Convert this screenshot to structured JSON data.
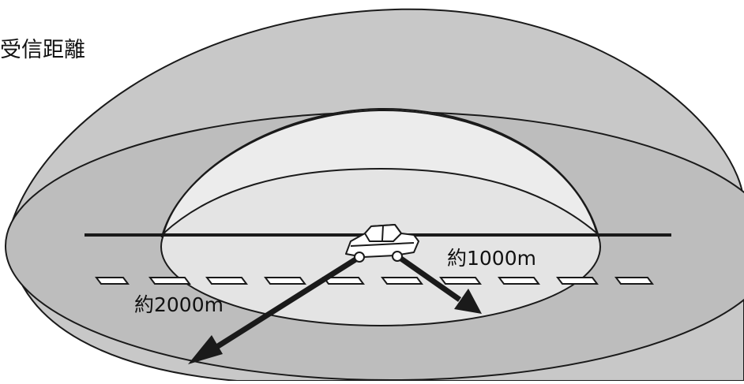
{
  "title": "受信距離",
  "labels": {
    "inner_range": "約1000m",
    "outer_range": "約2000m"
  },
  "colors": {
    "outer_zone": "#c8c8c8",
    "outer_base": "#bdbdbd",
    "inner_zone": "#ececec",
    "inner_base": "#e4e4e4",
    "stroke": "#1a1a1a",
    "arrow": "#1a1a1a",
    "car_fill": "#ffffff"
  },
  "icons": {
    "vehicle": "car-icon",
    "arrows": "arrow-icon"
  }
}
